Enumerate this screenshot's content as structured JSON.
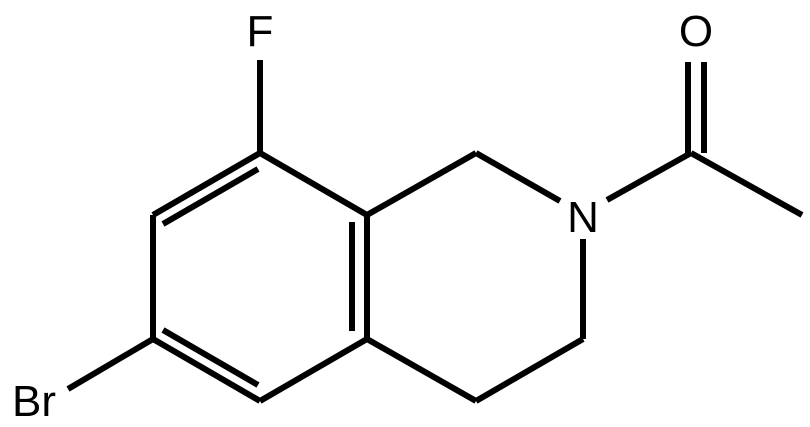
{
  "molecule": {
    "atoms": [
      {
        "id": "F",
        "symbol": "F"
      },
      {
        "id": "O",
        "symbol": "O"
      },
      {
        "id": "N",
        "symbol": "N"
      },
      {
        "id": "Br",
        "symbol": "Br"
      }
    ]
  },
  "colors": {
    "bond": "#000000",
    "background": "#ffffff",
    "label": "#000000"
  }
}
